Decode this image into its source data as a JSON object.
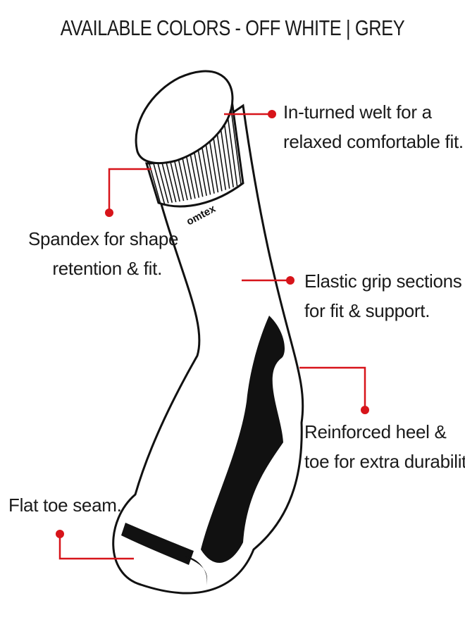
{
  "title": "AVAILABLE COLORS - OFF WHITE | GREY",
  "brand": "omtex",
  "colors": {
    "callout": "#d7141a",
    "outline": "#111111",
    "fill": "#ffffff"
  },
  "callouts": [
    {
      "id": "welt",
      "lines": [
        "In-turned welt for a",
        "relaxed comfortable fit."
      ]
    },
    {
      "id": "spandex",
      "lines": [
        "Spandex for  shape",
        "retention & fit."
      ]
    },
    {
      "id": "elastic",
      "lines": [
        "Elastic grip sections",
        "for fit & support."
      ]
    },
    {
      "id": "heel",
      "lines": [
        "Reinforced heel &",
        "toe for extra durability."
      ]
    },
    {
      "id": "toe",
      "lines": [
        "Flat toe seam."
      ]
    }
  ]
}
